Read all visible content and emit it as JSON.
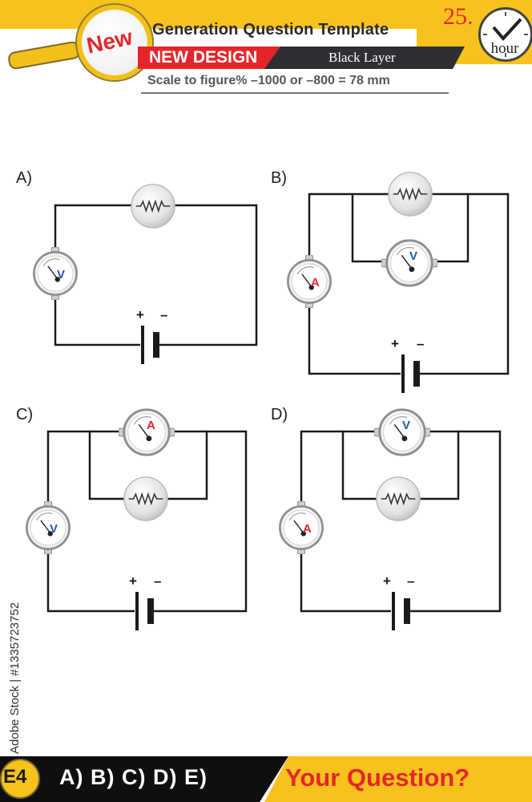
{
  "header": {
    "badge_word": "New",
    "title": "Generation Question Template",
    "subtitle_red": "NEW DESIGN",
    "subtitle_dark": "Black Layer",
    "scale_note": "Scale to figure% –1000 or –800 = 78 mm",
    "question_number": "25.",
    "time_unit": "hour"
  },
  "options": [
    {
      "label": "A)"
    },
    {
      "label": "B)"
    },
    {
      "label": "C)"
    },
    {
      "label": "D)"
    }
  ],
  "meters": {
    "voltmeter": "V",
    "ammeter": "A"
  },
  "battery": {
    "plus": "+",
    "minus": "–"
  },
  "side_watermark": "Adobe Stock | #1335723752",
  "footer": {
    "badge": "E4",
    "answers": "A) B) C) D) E)",
    "prompt": "Your Question?"
  },
  "colors": {
    "yellow": "#f7c21b",
    "red": "#e4262b",
    "dark": "#2f2f33",
    "voltmeter_letter": "#1e5aa8",
    "ammeter_letter": "#e4262b"
  }
}
